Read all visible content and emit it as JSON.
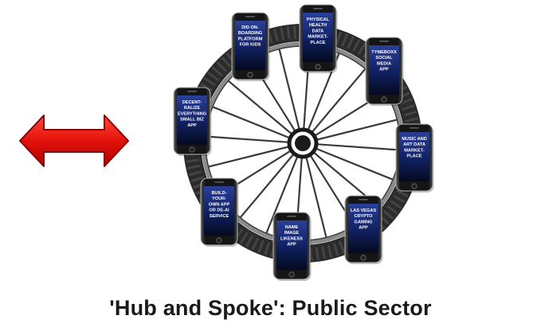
{
  "caption": "'Hub and Spoke': Public Sector",
  "phones": [
    {
      "id": "did-onboarding",
      "lines": [
        "DID ON-",
        "BOARDING",
        "PLATFORM",
        "FOR KIDS"
      ]
    },
    {
      "id": "physical-health",
      "lines": [
        "PHYSICAL",
        "HEALTH",
        "DATA",
        "MARKET-",
        "PLACE"
      ]
    },
    {
      "id": "tymeboxx",
      "lines": [
        "TYMEBOXX",
        "SOCIAL",
        "MEDIA",
        "APP"
      ]
    },
    {
      "id": "decentralize",
      "lines": [
        "DECENT-",
        "RALIZE",
        "EVERYTHING",
        "SMALL BIZ",
        "APP"
      ]
    },
    {
      "id": "music-art",
      "lines": [
        "MUSIC AND",
        "ART DATA",
        "MARKET-",
        "PLACE"
      ]
    },
    {
      "id": "build-your-own",
      "lines": [
        "BUILD-",
        "YOUR-",
        "OWN APP",
        "OR DE-AI",
        "SERVICE"
      ]
    },
    {
      "id": "nil",
      "lines": [
        "NAME",
        "IMAGE",
        "LIKENESS",
        "APP"
      ]
    },
    {
      "id": "las-vegas",
      "lines": [
        "LAS VEGAS",
        "CRYPTO",
        "GAMING",
        "APP"
      ]
    }
  ],
  "colors": {
    "arrow_fill": "#e3120b",
    "arrow_edge": "#8a0000",
    "tire": "#2e2e2e",
    "spoke": "#3a3a3a",
    "screen_top": "#2a3f99",
    "screen_bottom": "#050a1e",
    "phone_body": "#151515"
  },
  "icons": [
    "double-arrow-icon",
    "wheel-hub-icon"
  ]
}
